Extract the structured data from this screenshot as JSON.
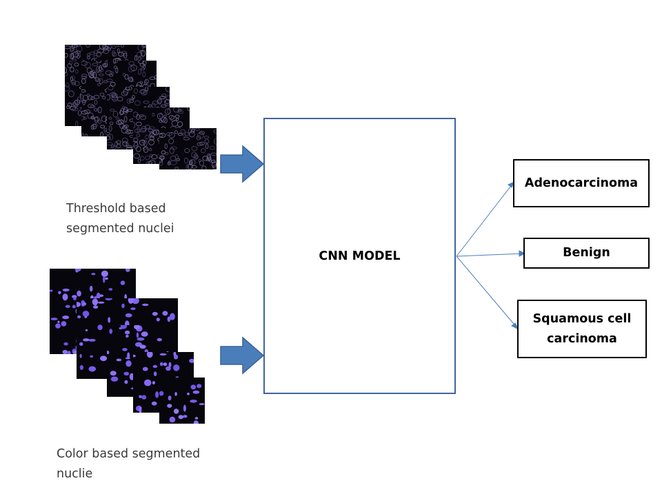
{
  "inputs": [
    {
      "id": "threshold",
      "caption": "Threshold based\nsegmented nuclei",
      "image_style": "dark-speckled"
    },
    {
      "id": "color",
      "caption": "Color based segmented\nnuclie",
      "image_style": "purple-blobs"
    }
  ],
  "model": {
    "label": "CNN MODEL"
  },
  "outputs": [
    {
      "label": "Adenocarcinoma"
    },
    {
      "label": "Benign"
    },
    {
      "label": "Squamous cell\ncarcinoma"
    }
  ],
  "colors": {
    "arrow_fill": "#4a7ebb",
    "arrow_stroke": "#3a6298",
    "model_border": "#3d64a0",
    "connector": "#4a7ebb",
    "nuclei_purple": "#7a5cf0",
    "nuclei_dark": "#4d4a6a"
  }
}
